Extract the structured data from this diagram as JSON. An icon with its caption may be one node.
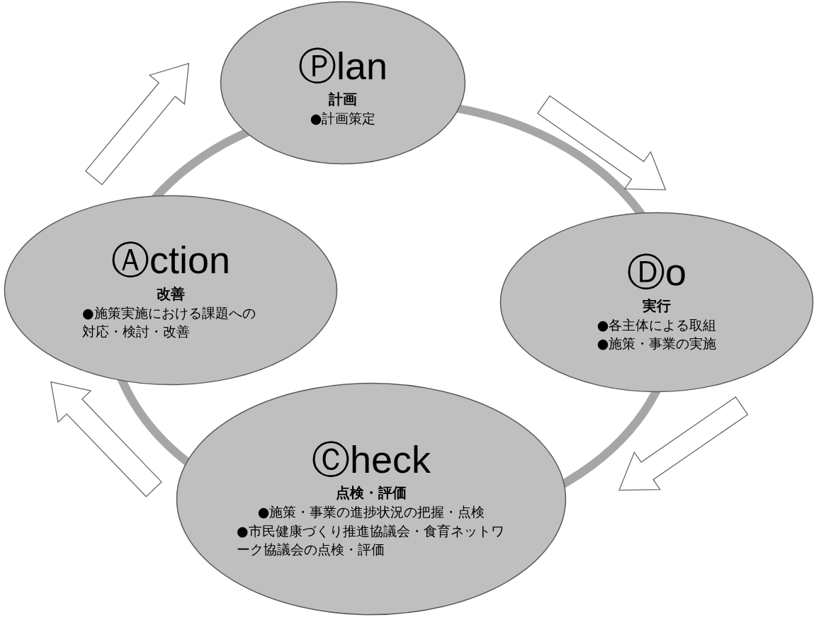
{
  "diagram": {
    "nodes": [
      {
        "text": [
          "Ⓟlan",
          "計画",
          "●計画策定"
        ]
      },
      {
        "text": [
          "Ⓓo",
          "実行",
          "●各主体による取組",
          "●施策・事業の実施"
        ]
      },
      {
        "text": [
          "Ⓒheck",
          "点検・評価",
          "●施策・事業の進捗状況の把握・点検",
          "●市民健康づくり推進協議会・食育ネットワーク協議会の点検・評価"
        ]
      },
      {
        "text": [
          "Ⓐction",
          "改善",
          "●施策実施における課題への対応・検討・改善"
        ]
      }
    ],
    "edges": [
      {
        "from": 0,
        "to": 1,
        "arrow": "to"
      },
      {
        "from": 1,
        "to": 2,
        "arrow": "to"
      },
      {
        "from": 2,
        "to": 3,
        "arrow": "to"
      },
      {
        "from": 3,
        "to": 0,
        "arrow": "to"
      }
    ]
  }
}
